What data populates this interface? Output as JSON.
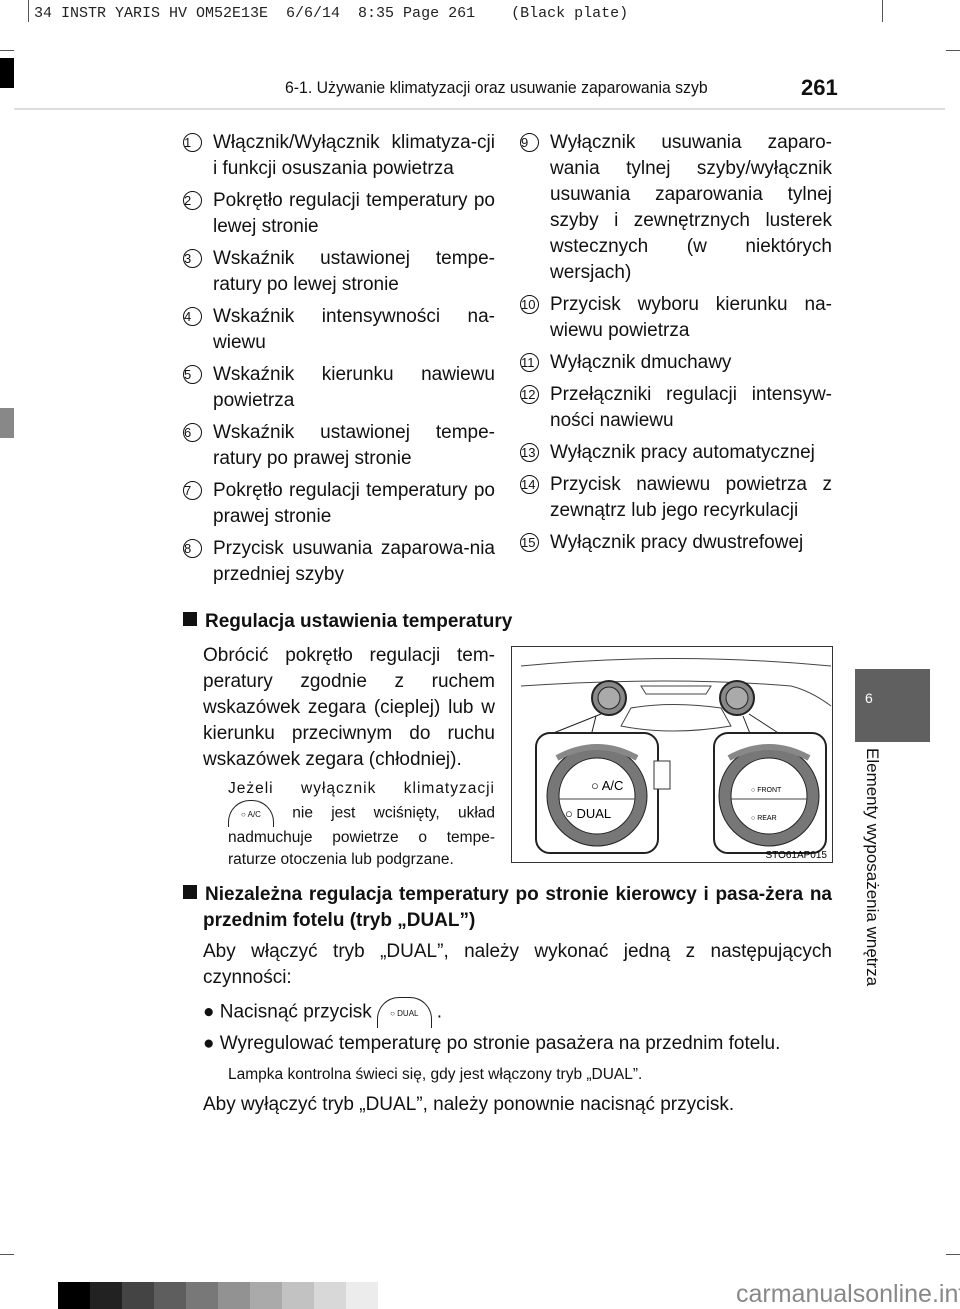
{
  "slug": "34 INSTR YARIS HV OM52E13E  6/6/14  8:35 Page 261    (Black plate)",
  "header": {
    "title": "6-1. Używanie klimatyzacji oraz usuwanie zaparowania szyb",
    "page": "261"
  },
  "legend_left": [
    {
      "n": "1",
      "text": "Włącznik/Wyłącznik klimatyza-cji i funkcji osuszania powietrza"
    },
    {
      "n": "2",
      "text": "Pokrętło regulacji temperatury po lewej stronie"
    },
    {
      "n": "3",
      "text": "Wskaźnik ustawionej tempe-ratury po lewej stronie"
    },
    {
      "n": "4",
      "text": "Wskaźnik intensywności na-wiewu"
    },
    {
      "n": "5",
      "text": "Wskaźnik kierunku nawiewu powietrza"
    },
    {
      "n": "6",
      "text": "Wskaźnik ustawionej tempe-ratury po prawej stronie"
    },
    {
      "n": "7",
      "text": "Pokrętło regulacji temperatury po prawej stronie"
    },
    {
      "n": "8",
      "text": "Przycisk usuwania zaparowa-nia przedniej szyby"
    }
  ],
  "legend_right": [
    {
      "n": "9",
      "text": "Wyłącznik usuwania zaparo-wania tylnej szyby/wyłącznik usuwania zaparowania tylnej szyby i zewnętrznych lusterek wstecznych (w niektórych wersjach)"
    },
    {
      "n": "10",
      "text": "Przycisk wyboru kierunku na-wiewu powietrza"
    },
    {
      "n": "11",
      "text": "Wyłącznik dmuchawy"
    },
    {
      "n": "12",
      "text": "Przełączniki regulacji intensyw-ności nawiewu"
    },
    {
      "n": "13",
      "text": "Wyłącznik pracy automatycznej"
    },
    {
      "n": "14",
      "text": "Przycisk nawiewu powietrza z zewnątrz lub jego recyrkulacji"
    },
    {
      "n": "15",
      "text": "Wyłącznik pracy dwustrefowej"
    }
  ],
  "section1": {
    "heading": "Regulacja ustawienia temperatury",
    "body": "Obrócić pokrętło regulacji tem-peratury zgodnie z ruchem wskazówek zegara (cieplej) lub w kierunku przeciwnym do ruchu wskazówek zegara (chłodniej).",
    "note_a": "Jeżeli wyłącznik klimatyzacji",
    "note_icon": "A/C",
    "note_b": "nie jest wciśnięty, układ nadmuchuje powietrze o tempe-raturze otoczenia lub podgrzane.",
    "figure": {
      "left_top": "A/C",
      "left_bottom": "DUAL",
      "right_top": "FRONT",
      "right_bottom": "REAR",
      "code": "STO61AP015"
    }
  },
  "section2": {
    "heading": "Niezależna regulacja temperatury po stronie kierowcy i pasa-żera na przednim fotelu (tryb „DUAL”)",
    "intro": "Aby włączyć tryb „DUAL”, należy wykonać jedną z następujących czynności:",
    "bullet1_a": "Nacisnąć przycisk",
    "bullet1_icon": "DUAL",
    "bullet1_b": ".",
    "bullet2": "Wyregulować temperaturę po stronie pasażera na przednim fotelu.",
    "note": "Lampka kontrolna świeci się, gdy jest włączony tryb „DUAL”.",
    "outro": "Aby wyłączyć tryb „DUAL”, należy ponownie nacisnąć przycisk."
  },
  "side_tab": {
    "number": "6",
    "label": "Elementy wyposażenia wnętrza"
  },
  "watermark": "carmanualsonline.info"
}
